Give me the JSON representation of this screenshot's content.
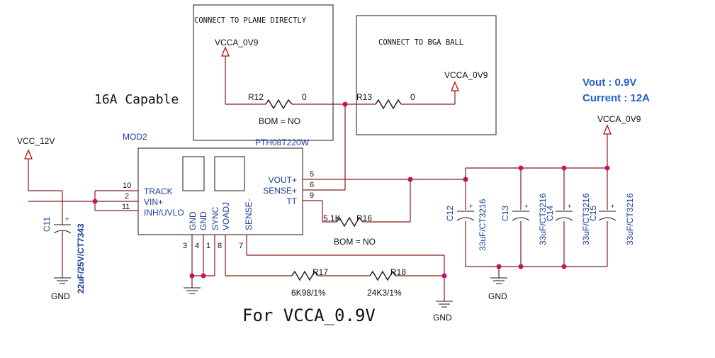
{
  "notes": {
    "plane_box": "CONNECT TO PLANE DIRECTLY",
    "bga_box": "CONNECT TO BGA BALL",
    "capable": "16A Capable",
    "footer": "For VCCA_0.9V",
    "bom_r12": "BOM = NO",
    "bom_r16": "BOM = NO",
    "vout": "Vout : 0.9V",
    "current": "Current : 12A"
  },
  "nets": {
    "vcca_plane": "VCCA_0V9",
    "vcca_bga": "VCCA_0V9",
    "vcca_out": "VCCA_0V9",
    "vcc_in": "VCC_12V",
    "gnd_c11": "GND",
    "gnd_caps": "GND",
    "gnd_r18": "GND"
  },
  "module": {
    "ref": "MOD2",
    "part": "PTH08T220W",
    "pins_left": [
      {
        "num": "10",
        "name": "TRACK"
      },
      {
        "num": "2",
        "name": "VIN+"
      },
      {
        "num": "11",
        "name": "INH/UVLO"
      }
    ],
    "pins_right": [
      {
        "num": "5",
        "name": "VOUT+"
      },
      {
        "num": "6",
        "name": "SENSE+"
      },
      {
        "num": "9",
        "name": "TT"
      }
    ],
    "pins_bottom": [
      {
        "num": "3",
        "name": "GND"
      },
      {
        "num": "4",
        "name": "GND"
      },
      {
        "num": "1",
        "name": "SYNC"
      },
      {
        "num": "8",
        "name": "VOADJ"
      },
      {
        "num": "7",
        "name": "SENSE-"
      }
    ]
  },
  "resistors": {
    "r12": {
      "ref": "R12",
      "value": "0"
    },
    "r13": {
      "ref": "R13",
      "value": "0"
    },
    "r16": {
      "ref": "R16",
      "value": "5.1K"
    },
    "r17": {
      "ref": "R17",
      "value": "6K98/1%"
    },
    "r18": {
      "ref": "R18",
      "value": "24K3/1%"
    }
  },
  "capacitors": {
    "c11": {
      "ref": "C11",
      "value": "22uF/25V/CT7343"
    },
    "c12": {
      "ref": "C12",
      "value": "33uF/CT3216"
    },
    "c13": {
      "ref": "C13",
      "value": "33uF/CT3216"
    },
    "c14": {
      "ref": "C14",
      "value": "33uF/CT3216"
    },
    "c15": {
      "ref": "C15",
      "value": "33uF/CT3216"
    }
  },
  "colors": {
    "wire": "#8b1a1a",
    "junction": "#c8106e",
    "label_blue": "#1b3f9a",
    "spec_blue": "#1f5fd0"
  }
}
